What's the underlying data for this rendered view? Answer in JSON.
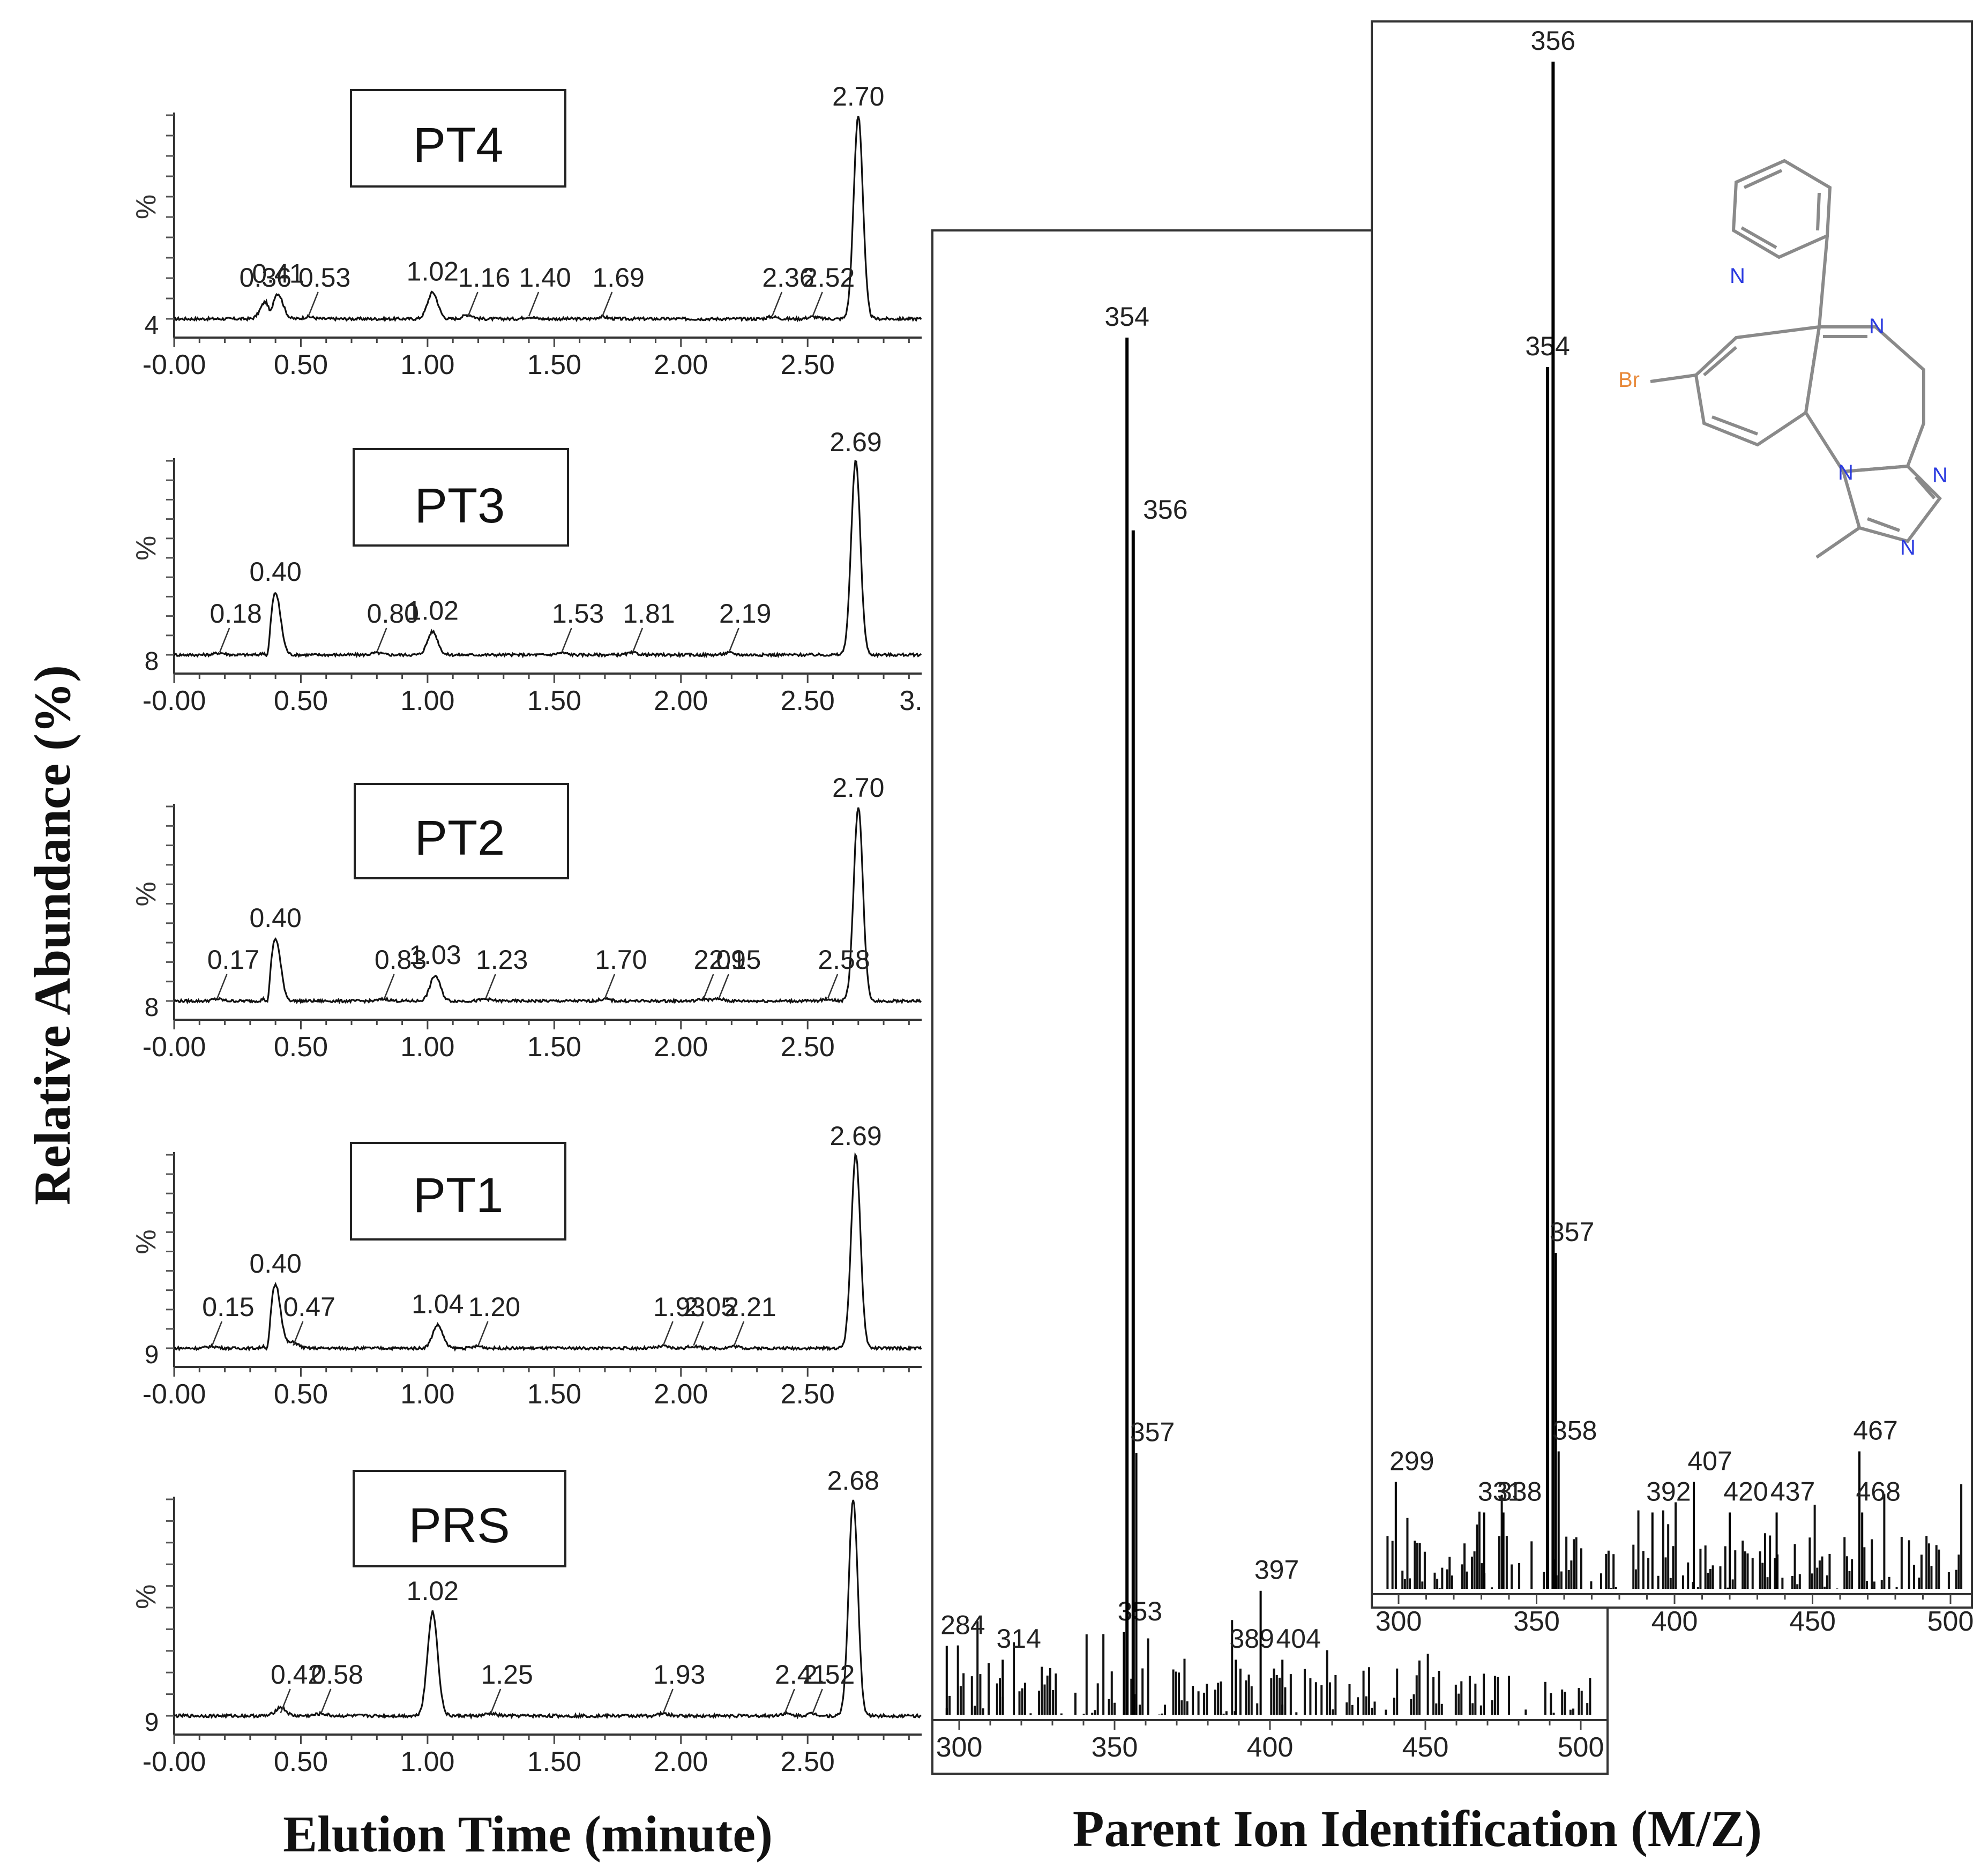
{
  "figure": {
    "y_axis_title": "Relative Abundance (%)",
    "x_axis_title_left": "Elution Time (minute)",
    "x_axis_title_right": "Parent Ion Identification (M/Z)"
  },
  "chart_data": [
    {
      "type": "line",
      "panel": "PT4",
      "ylabel": "%",
      "y_min_label": "4",
      "xlim": [
        0.0,
        2.95
      ],
      "ylim": [
        0,
        100
      ],
      "x_ticks": [
        "-0.00",
        "0.50",
        "1.00",
        "1.50",
        "2.00",
        "2.50"
      ],
      "x_ticks_values": [
        0,
        0.5,
        1.0,
        1.5,
        2.0,
        2.5
      ],
      "x_ticks_extra": "",
      "peaks": [
        {
          "t": 0.36,
          "h": 8,
          "label": "0.36"
        },
        {
          "t": 0.41,
          "h": 12,
          "label": "0.41"
        },
        {
          "t": 0.53,
          "h": 1,
          "label": "0.53"
        },
        {
          "t": 1.02,
          "h": 13,
          "label": "1.02"
        },
        {
          "t": 1.16,
          "h": 2,
          "label": "1.16"
        },
        {
          "t": 1.4,
          "h": 1,
          "label": "1.40"
        },
        {
          "t": 1.69,
          "h": 1,
          "label": "1.69"
        },
        {
          "t": 2.36,
          "h": 1,
          "label": "2.36"
        },
        {
          "t": 2.52,
          "h": 1,
          "label": "2.52"
        },
        {
          "t": 2.7,
          "h": 100,
          "label": "2.70"
        }
      ]
    },
    {
      "type": "line",
      "panel": "PT3",
      "ylabel": "%",
      "y_min_label": "8",
      "xlim": [
        0.0,
        2.95
      ],
      "ylim": [
        0,
        100
      ],
      "x_ticks": [
        "-0.00",
        "0.50",
        "1.00",
        "1.50",
        "2.00",
        "2.50"
      ],
      "x_ticks_values": [
        0,
        0.5,
        1.0,
        1.5,
        2.0,
        2.5
      ],
      "x_ticks_extra": "3.",
      "peaks": [
        {
          "t": 0.18,
          "h": 1,
          "label": "0.18"
        },
        {
          "t": 0.4,
          "h": 32,
          "label": "0.40"
        },
        {
          "t": 0.8,
          "h": 1,
          "label": "0.80"
        },
        {
          "t": 1.02,
          "h": 12,
          "label": "1.02"
        },
        {
          "t": 1.53,
          "h": 1,
          "label": "1.53"
        },
        {
          "t": 1.81,
          "h": 1,
          "label": "1.81"
        },
        {
          "t": 2.19,
          "h": 1,
          "label": "2.19"
        },
        {
          "t": 2.69,
          "h": 100,
          "label": "2.69"
        }
      ]
    },
    {
      "type": "line",
      "panel": "PT2",
      "ylabel": "%",
      "y_min_label": "8",
      "xlim": [
        0.0,
        2.95
      ],
      "ylim": [
        0,
        100
      ],
      "x_ticks": [
        "-0.00",
        "0.50",
        "1.00",
        "1.50",
        "2.00",
        "2.50"
      ],
      "x_ticks_values": [
        0,
        0.5,
        1.0,
        1.5,
        2.0,
        2.5
      ],
      "x_ticks_extra": "",
      "peaks": [
        {
          "t": 0.17,
          "h": 1,
          "label": "0.17"
        },
        {
          "t": 0.4,
          "h": 32,
          "label": "0.40"
        },
        {
          "t": 0.83,
          "h": 1,
          "label": "0.83"
        },
        {
          "t": 1.03,
          "h": 13,
          "label": "1.03"
        },
        {
          "t": 1.23,
          "h": 1,
          "label": "1.23"
        },
        {
          "t": 1.7,
          "h": 1,
          "label": "1.70"
        },
        {
          "t": 2.09,
          "h": 1,
          "label": "2.09"
        },
        {
          "t": 2.15,
          "h": 1,
          "label": "2.15"
        },
        {
          "t": 2.58,
          "h": 1,
          "label": "2.58"
        },
        {
          "t": 2.7,
          "h": 100,
          "label": "2.70"
        }
      ]
    },
    {
      "type": "line",
      "panel": "PT1",
      "ylabel": "%",
      "y_min_label": "9",
      "xlim": [
        0.0,
        2.95
      ],
      "ylim": [
        0,
        100
      ],
      "x_ticks": [
        "-0.00",
        "0.50",
        "1.00",
        "1.50",
        "2.00",
        "2.50"
      ],
      "x_ticks_values": [
        0,
        0.5,
        1.0,
        1.5,
        2.0,
        2.5
      ],
      "x_ticks_extra": "",
      "peaks": [
        {
          "t": 0.15,
          "h": 1,
          "label": "0.15"
        },
        {
          "t": 0.4,
          "h": 33,
          "label": "0.40"
        },
        {
          "t": 0.47,
          "h": 3,
          "label": "0.47"
        },
        {
          "t": 1.04,
          "h": 12,
          "label": "1.04"
        },
        {
          "t": 1.2,
          "h": 1,
          "label": "1.20"
        },
        {
          "t": 1.93,
          "h": 1,
          "label": "1.93"
        },
        {
          "t": 2.05,
          "h": 1,
          "label": "2.05"
        },
        {
          "t": 2.21,
          "h": 1,
          "label": "2.21"
        },
        {
          "t": 2.69,
          "h": 100,
          "label": "2.69"
        }
      ]
    },
    {
      "type": "line",
      "panel": "PRS",
      "ylabel": "%",
      "y_min_label": "9",
      "xlim": [
        0.0,
        2.95
      ],
      "ylim": [
        0,
        100
      ],
      "x_ticks": [
        "-0.00",
        "0.50",
        "1.00",
        "1.50",
        "2.00",
        "2.50"
      ],
      "x_ticks_values": [
        0,
        0.5,
        1.0,
        1.5,
        2.0,
        2.5
      ],
      "x_ticks_extra": "",
      "peaks": [
        {
          "t": 0.42,
          "h": 4,
          "label": "0.42"
        },
        {
          "t": 0.58,
          "h": 1,
          "label": "0.58"
        },
        {
          "t": 1.02,
          "h": 48,
          "label": "1.02"
        },
        {
          "t": 1.25,
          "h": 1,
          "label": "1.25"
        },
        {
          "t": 1.93,
          "h": 1,
          "label": "1.93"
        },
        {
          "t": 2.41,
          "h": 1,
          "label": "2.41"
        },
        {
          "t": 2.52,
          "h": 1,
          "label": "2.52"
        },
        {
          "t": 2.68,
          "h": 100,
          "label": "2.68"
        }
      ]
    },
    {
      "type": "bar",
      "panel": "mass-spectrum-1",
      "xlim": [
        295,
        505
      ],
      "ylim": [
        0,
        100
      ],
      "x_ticks": [
        "300",
        "350",
        "400",
        "450",
        "500"
      ],
      "x_ticks_values": [
        300,
        350,
        400,
        450,
        500
      ],
      "labeled_peaks": [
        {
          "mz": 284,
          "h": 5,
          "label": "284"
        },
        {
          "mz": 314,
          "h": 4,
          "label": "314"
        },
        {
          "mz": 353,
          "h": 6,
          "label": "353"
        },
        {
          "mz": 354,
          "h": 100,
          "label": "354"
        },
        {
          "mz": 356,
          "h": 86,
          "label": "356"
        },
        {
          "mz": 357,
          "h": 19,
          "label": "357"
        },
        {
          "mz": 389,
          "h": 4,
          "label": "389"
        },
        {
          "mz": 397,
          "h": 9,
          "label": "397"
        },
        {
          "mz": 404,
          "h": 4,
          "label": "404"
        }
      ]
    },
    {
      "type": "bar",
      "panel": "mass-spectrum-2",
      "xlim": [
        295,
        505
      ],
      "ylim": [
        0,
        100
      ],
      "x_ticks": [
        "300",
        "350",
        "400",
        "450",
        "500"
      ],
      "x_ticks_values": [
        300,
        350,
        400,
        450,
        500
      ],
      "labeled_peaks": [
        {
          "mz": 299,
          "h": 7,
          "label": "299"
        },
        {
          "mz": 331,
          "h": 5,
          "label": "331"
        },
        {
          "mz": 338,
          "h": 5,
          "label": "338"
        },
        {
          "mz": 354,
          "h": 80,
          "label": "354"
        },
        {
          "mz": 356,
          "h": 100,
          "label": "356"
        },
        {
          "mz": 357,
          "h": 22,
          "label": "357"
        },
        {
          "mz": 358,
          "h": 9,
          "label": "358"
        },
        {
          "mz": 392,
          "h": 5,
          "label": "392"
        },
        {
          "mz": 407,
          "h": 7,
          "label": "407"
        },
        {
          "mz": 420,
          "h": 5,
          "label": "420"
        },
        {
          "mz": 437,
          "h": 5,
          "label": "437"
        },
        {
          "mz": 467,
          "h": 9,
          "label": "467"
        },
        {
          "mz": 468,
          "h": 5,
          "label": "468"
        }
      ]
    }
  ],
  "structure": {
    "atom_Br": "Br",
    "atom_N": "N",
    "color_Br": "#E8893A",
    "color_N": "#2A3AE0"
  }
}
